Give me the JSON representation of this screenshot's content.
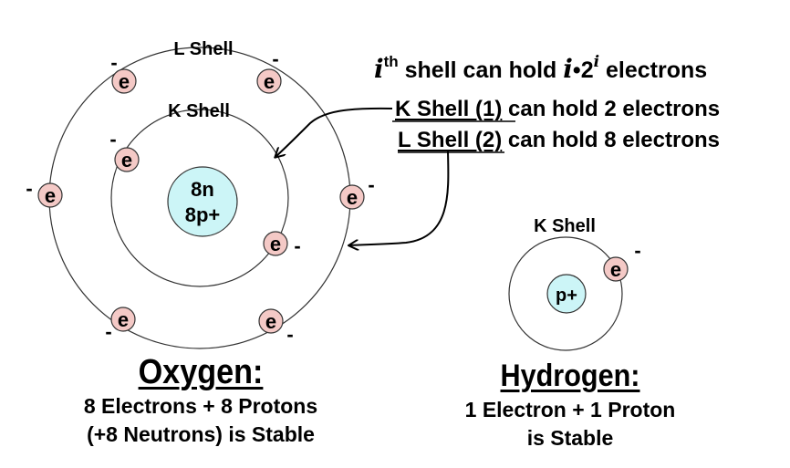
{
  "diagram": {
    "title_rule": {
      "var": "i",
      "sup": "th",
      "text1": " shell can hold ",
      "formula_var": "i",
      "bullet": "•",
      "base": "2",
      "exp": "i",
      "text2": " electrons"
    },
    "rules": [
      {
        "shell": "K Shell (1)",
        "rest": " can hold 2 electrons"
      },
      {
        "shell": "L Shell (2)",
        "rest": " can hold 8 electrons"
      }
    ],
    "oxygen": {
      "k_shell_label": "K Shell",
      "l_shell_label": "L Shell",
      "nucleus_line1": "8n",
      "nucleus_line2": "8p+",
      "electron_label": "e",
      "charge": "-",
      "caption_title": "Oxygen:",
      "caption_line1": "8 Electrons + 8 Protons",
      "caption_line2": "(+8 Neutrons) is Stable"
    },
    "hydrogen": {
      "k_shell_label": "K Shell",
      "nucleus": "p+",
      "electron_label": "e",
      "charge": "-",
      "caption_title": "Hydrogen:",
      "caption_line1": "1 Electron + 1 Proton",
      "caption_line2": "is Stable"
    },
    "colors": {
      "nucleus_fill": "#ccf5f7",
      "electron_fill": "#f4c9c6",
      "stroke": "#333333",
      "background": "#ffffff"
    }
  }
}
